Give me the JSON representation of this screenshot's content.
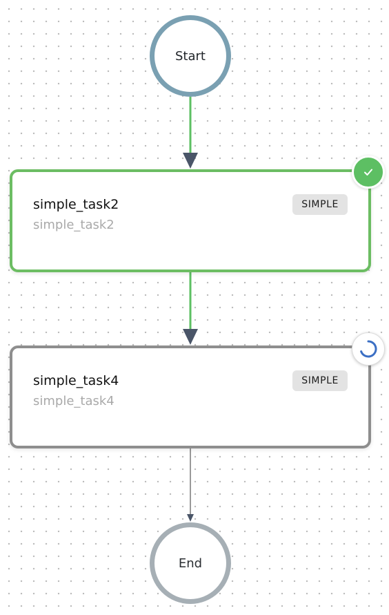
{
  "workflow": {
    "start_node": {
      "label": "Start",
      "border_color": "#7aa0b2"
    },
    "end_node": {
      "label": "End",
      "border_color": "#a6afb5"
    },
    "tasks": [
      {
        "name": "simple_task2",
        "reference": "simple_task2",
        "type": "SIMPLE",
        "status": "completed",
        "status_icon": "check-icon",
        "border_color": "#6cbd63"
      },
      {
        "name": "simple_task4",
        "reference": "simple_task4",
        "type": "SIMPLE",
        "status": "in-progress",
        "status_icon": "spinner-icon",
        "border_color": "#8e8e8e"
      }
    ],
    "edges": [
      {
        "from": "Start",
        "to": "simple_task2",
        "color": "#5dbf63",
        "arrow_color": "#4a5568"
      },
      {
        "from": "simple_task2",
        "to": "simple_task4",
        "color": "#5dbf63",
        "arrow_color": "#4a5568"
      },
      {
        "from": "simple_task4",
        "to": "End",
        "color": "#555555",
        "arrow_color": "#4a5568"
      }
    ]
  }
}
